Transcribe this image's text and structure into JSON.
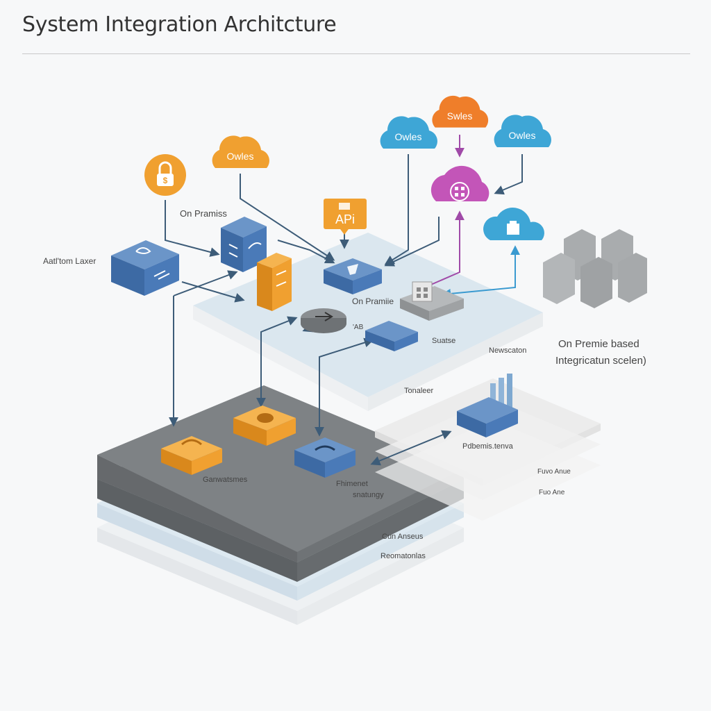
{
  "header": {
    "title": "System Integration Architcture"
  },
  "labels": {
    "on_premise_left": "On Pramiss",
    "app_layer": "Aatl'tom Laxer",
    "on_premise_center": "On Pramiie",
    "ab": "'AB",
    "suanse": "Suatse",
    "newscaton": "Newscaton",
    "tonaneer": "Tonaleer",
    "on_premise_based_1": "On Premie based",
    "on_premise_based_2": "Integricatun scelen)",
    "dark_label_1": "Ganwatsmes",
    "dark_label_2a": "Fhimenet",
    "dark_label_2b": "snatungy",
    "dark_foot_1": "Cun Anseus",
    "dark_foot_2": "Reomatonlas",
    "right_label": "Pdbemis.tenva",
    "right_foot_1": "Fuvo Anue",
    "right_foot_2": "Fuo Ane",
    "api": "APi"
  },
  "clouds": [
    {
      "label": "Owles",
      "color": "#f0a030"
    },
    {
      "label": "Owles",
      "color": "#3ea6d6"
    },
    {
      "label": "Swles",
      "color": "#ef7e2a"
    },
    {
      "label": "Owles",
      "color": "#3ea6d6"
    }
  ],
  "colors": {
    "blue_box": "#4a7ab8",
    "orange_box": "#f0a030",
    "dark_platform": "#707578",
    "light_platform": "#d9e6ee",
    "magenta_cloud": "#c355b8",
    "arrow": "#3d5c78",
    "magenta_arrow": "#a04aa8",
    "teal_arrow": "#3a9ad0"
  }
}
